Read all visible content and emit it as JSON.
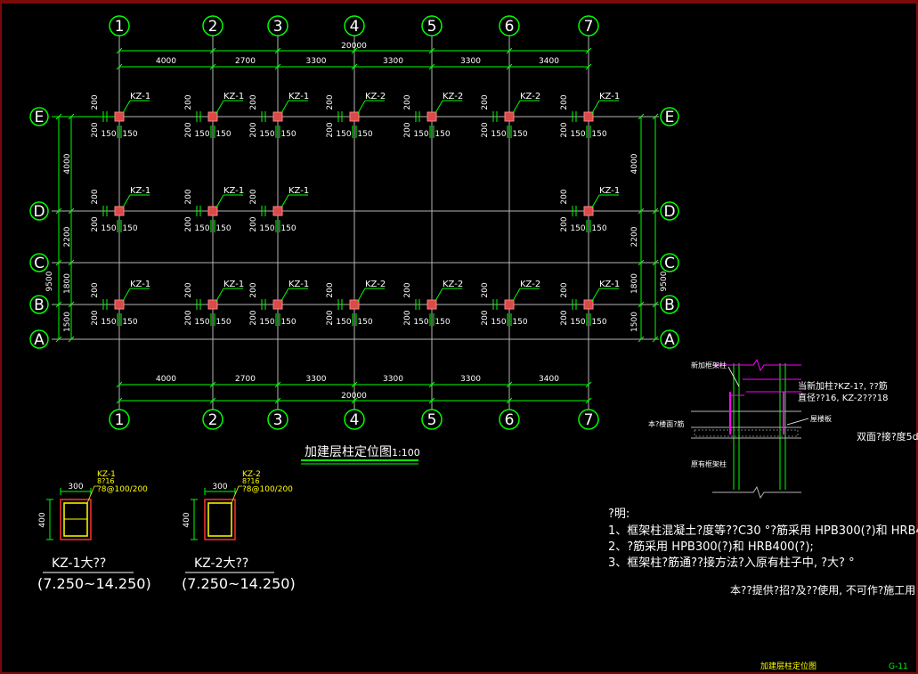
{
  "drawing": {
    "grid_columns": [
      "1",
      "2",
      "3",
      "4",
      "5",
      "6",
      "7"
    ],
    "grid_rows": [
      "E",
      "D",
      "C",
      "B",
      "A"
    ],
    "total_width": "20000",
    "column_spacings": [
      "4000",
      "2700",
      "3300",
      "3300",
      "3300",
      "3400"
    ],
    "left_row_dims": [
      "4000",
      "2200",
      "1800",
      "1500"
    ],
    "left_total": "9500",
    "right_row_dims": [
      "4000",
      "2200",
      "1800",
      "1500"
    ],
    "right_total": "9500",
    "offset_200": "200",
    "offset_150": "150",
    "col_tags": {
      "E": [
        "KZ-1",
        "KZ-1",
        "KZ-1",
        "KZ-2",
        "KZ-2",
        "KZ-2",
        "KZ-1"
      ],
      "D": [
        "KZ-1",
        "KZ-1",
        "KZ-1",
        "KZ-1"
      ],
      "B": [
        "KZ-1",
        "KZ-1",
        "KZ-1",
        "KZ-2",
        "KZ-2",
        "KZ-2",
        "KZ-1"
      ]
    },
    "title": "加建层柱定位图",
    "scale": "1:100"
  },
  "sections": [
    {
      "label": "KZ-1",
      "bars": "8?16",
      "stirrup": "?8@100/200",
      "dim_w": "300",
      "dim_h": "400",
      "caption": "KZ-1大??",
      "range": "(7.250~14.250)"
    },
    {
      "label": "KZ-2",
      "bars": "8?16",
      "stirrup": "?8@100/200",
      "dim_w": "300",
      "dim_h": "400",
      "caption": "KZ-2大??",
      "range": "(7.250~14.250)"
    }
  ],
  "detail": {
    "label_new_col": "新加框架柱",
    "note_line1": "当新加柱?KZ-1?, ??筋",
    "note_line2": "直径??16, KZ-2???18",
    "label_floor": "本?楼面?筋",
    "label_slab": "屋楼板",
    "label_orig_col": "原有框架柱",
    "note_weld": "双面?接?度5d"
  },
  "notes": {
    "heading": "?明:",
    "items": [
      "1、框架柱混凝土?度等??C30 °?筋采用 HPB300(?)和 HRB4",
      "2、?筋采用 HPB300(?)和 HRB400(?);",
      "3、框架柱?筋通??接方法?入原有柱子中, ?大? °"
    ],
    "disclaimer": "本??提供?招?及??使用, 不可作?施工用"
  },
  "titleblock": {
    "name": "加建层柱定位图",
    "code": "G-11"
  },
  "colors": {
    "line": "#00ff00",
    "axis": "#b4b4b4",
    "column": "#d94a4a",
    "accent": "#ffff00",
    "detail": "#ff00ff"
  }
}
